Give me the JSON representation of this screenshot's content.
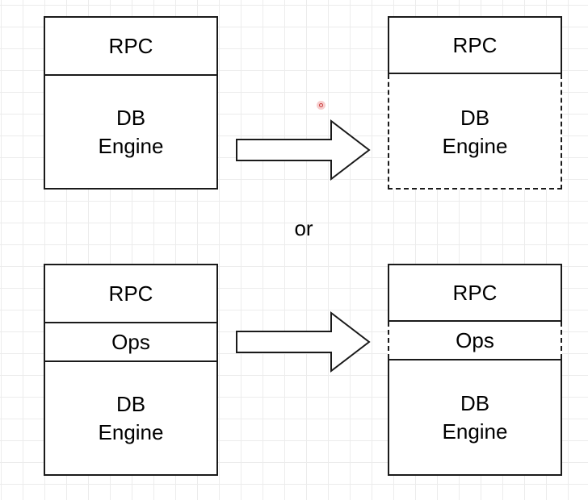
{
  "top_left": {
    "rpc": "RPC",
    "engine_line1": "DB",
    "engine_line2": "Engine"
  },
  "top_right": {
    "rpc": "RPC",
    "engine_line1": "DB",
    "engine_line2": "Engine"
  },
  "separator": "or",
  "bottom_left": {
    "rpc": "RPC",
    "ops": "Ops",
    "engine_line1": "DB",
    "engine_line2": "Engine"
  },
  "bottom_right": {
    "rpc": "RPC",
    "ops": "Ops",
    "engine_line1": "DB",
    "engine_line2": "Engine"
  }
}
